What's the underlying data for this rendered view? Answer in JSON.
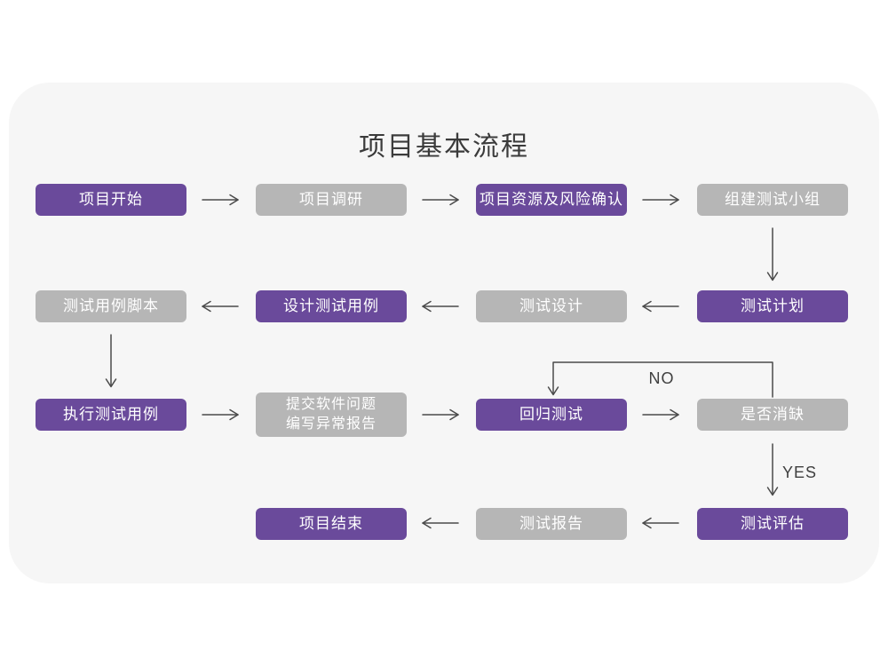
{
  "flowchart": {
    "title": "项目基本流程",
    "colors": {
      "node_primary": "#6a4a9b",
      "node_secondary": "#b6b6b6",
      "card_background": "#f6f6f6",
      "arrow": "#4a4a4a",
      "node_text": "#ffffff",
      "title_text": "#3b3b3b"
    },
    "nodes": {
      "start": {
        "label": "项目开始",
        "color": "purple"
      },
      "research": {
        "label": "项目调研",
        "color": "gray"
      },
      "risk": {
        "label": "项目资源及风险确认",
        "color": "purple"
      },
      "team": {
        "label": "组建测试小组",
        "color": "gray"
      },
      "plan": {
        "label": "测试计划",
        "color": "purple"
      },
      "test_design": {
        "label": "测试设计",
        "color": "gray"
      },
      "design_case": {
        "label": "设计测试用例",
        "color": "purple"
      },
      "case_script": {
        "label": "测试用例脚本",
        "color": "gray"
      },
      "execute": {
        "label": "执行测试用例",
        "color": "purple"
      },
      "submit": {
        "label_line1": "提交软件问题",
        "label_line2": "编写异常报告",
        "color": "gray"
      },
      "regression": {
        "label": "回归测试",
        "color": "purple"
      },
      "defect_check": {
        "label": "是否消缺",
        "color": "gray"
      },
      "evaluate": {
        "label": "测试评估",
        "color": "purple"
      },
      "report": {
        "label": "测试报告",
        "color": "gray"
      },
      "end": {
        "label": "项目结束",
        "color": "purple"
      }
    },
    "decision_labels": {
      "no": "NO",
      "yes": "YES"
    },
    "edges": [
      {
        "from": "start",
        "to": "research"
      },
      {
        "from": "research",
        "to": "risk"
      },
      {
        "from": "risk",
        "to": "team"
      },
      {
        "from": "team",
        "to": "plan"
      },
      {
        "from": "plan",
        "to": "test_design"
      },
      {
        "from": "test_design",
        "to": "design_case"
      },
      {
        "from": "design_case",
        "to": "case_script"
      },
      {
        "from": "case_script",
        "to": "execute"
      },
      {
        "from": "execute",
        "to": "submit"
      },
      {
        "from": "submit",
        "to": "regression"
      },
      {
        "from": "regression",
        "to": "defect_check"
      },
      {
        "from": "defect_check",
        "to": "regression",
        "label": "NO"
      },
      {
        "from": "defect_check",
        "to": "evaluate",
        "label": "YES"
      },
      {
        "from": "evaluate",
        "to": "report"
      },
      {
        "from": "report",
        "to": "end"
      }
    ]
  }
}
